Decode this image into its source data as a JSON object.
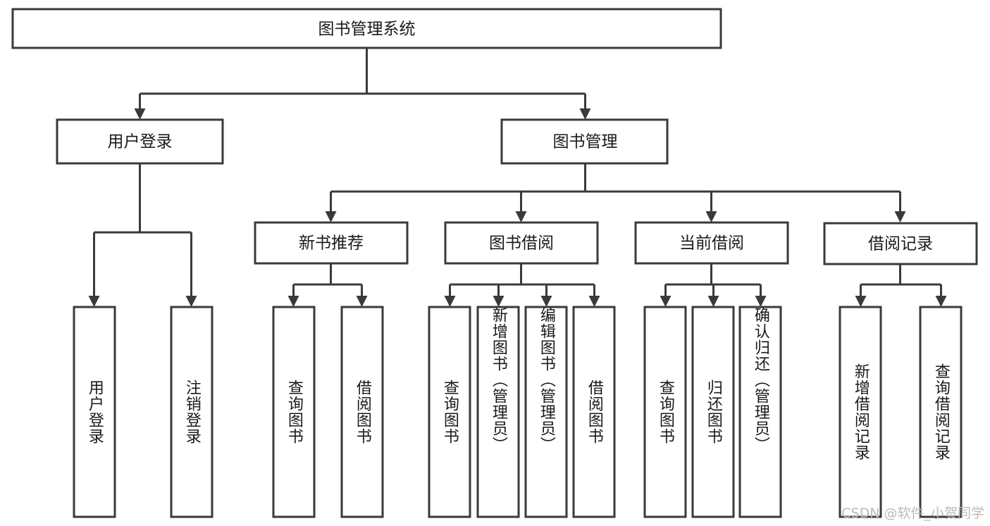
{
  "diagram": {
    "type": "hierarchy-tree",
    "title": "图书管理系统",
    "watermark": "CSDN @软件_小贺同学",
    "colors": {
      "stroke": "#3a3a3a",
      "fill": "#ffffff",
      "text": "#1a1a1a",
      "watermark": "#b9b9b9"
    },
    "levels": [
      {
        "level": 1,
        "nodes": [
          {
            "id": "root",
            "label": "图书管理系统",
            "orientation": "horizontal"
          }
        ]
      },
      {
        "level": 2,
        "nodes": [
          {
            "id": "user-login",
            "label": "用户登录",
            "orientation": "horizontal",
            "parent": "root"
          },
          {
            "id": "book-manage",
            "label": "图书管理",
            "orientation": "horizontal",
            "parent": "root"
          }
        ]
      },
      {
        "level": 3,
        "nodes": [
          {
            "id": "new-book-rec",
            "label": "新书推荐",
            "orientation": "horizontal",
            "parent": "book-manage"
          },
          {
            "id": "book-borrow",
            "label": "图书借阅",
            "orientation": "horizontal",
            "parent": "book-manage"
          },
          {
            "id": "current-borrow",
            "label": "当前借阅",
            "orientation": "horizontal",
            "parent": "book-manage"
          },
          {
            "id": "borrow-record",
            "label": "借阅记录",
            "orientation": "horizontal",
            "parent": "book-manage"
          }
        ]
      },
      {
        "level": 4,
        "nodes": [
          {
            "id": "leaf-user-login",
            "label": "用户登录",
            "orientation": "vertical",
            "parent": "user-login"
          },
          {
            "id": "leaf-logout-login",
            "label": "注销登录",
            "orientation": "vertical",
            "parent": "user-login"
          },
          {
            "id": "leaf-query-book-1",
            "label": "查询图书",
            "orientation": "vertical",
            "parent": "new-book-rec"
          },
          {
            "id": "leaf-borrow-book-1",
            "label": "借阅图书",
            "orientation": "vertical",
            "parent": "new-book-rec"
          },
          {
            "id": "leaf-query-book-2",
            "label": "查询图书",
            "orientation": "vertical",
            "parent": "book-borrow"
          },
          {
            "id": "leaf-add-book-admin",
            "label": "新增图书（管理员）",
            "orientation": "vertical",
            "parent": "book-borrow"
          },
          {
            "id": "leaf-edit-book-admin",
            "label": "编辑图书（管理员）",
            "orientation": "vertical",
            "parent": "book-borrow"
          },
          {
            "id": "leaf-borrow-book-2",
            "label": "借阅图书",
            "orientation": "vertical",
            "parent": "book-borrow"
          },
          {
            "id": "leaf-query-book-3",
            "label": "查询图书",
            "orientation": "vertical",
            "parent": "current-borrow"
          },
          {
            "id": "leaf-return-book",
            "label": "归还图书",
            "orientation": "vertical",
            "parent": "current-borrow"
          },
          {
            "id": "leaf-confirm-return-admin",
            "label": "确认归还（管理员）",
            "orientation": "vertical",
            "parent": "current-borrow"
          },
          {
            "id": "leaf-add-borrow-record",
            "label": "新增借阅记录",
            "orientation": "vertical",
            "parent": "borrow-record"
          },
          {
            "id": "leaf-query-borrow-record",
            "label": "查询借阅记录",
            "orientation": "vertical",
            "parent": "borrow-record"
          }
        ]
      }
    ]
  }
}
